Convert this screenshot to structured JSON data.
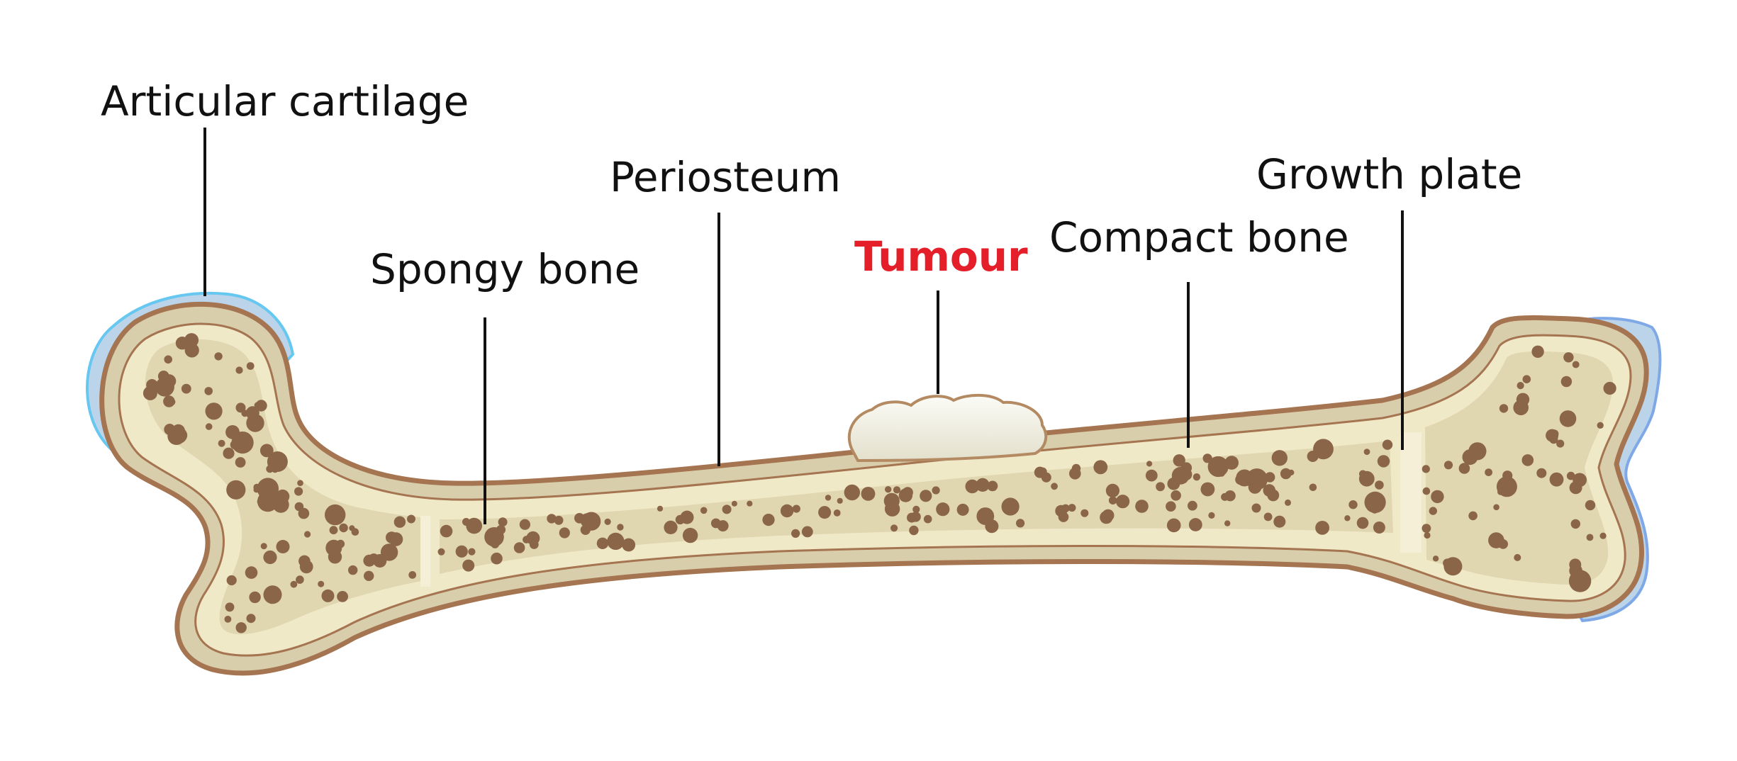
{
  "labels": {
    "articular_cartilage": "Articular cartilage",
    "periosteum": "Periosteum",
    "spongy_bone": "Spongy bone",
    "tumour": "Tumour",
    "compact_bone": "Compact bone",
    "growth_plate": "Growth plate"
  },
  "colors": {
    "bone_outline": "#a57450",
    "compact_bone": "#d9ceac",
    "spongy_fill": "#e0d6b0",
    "marrow_light": "#f2ecce",
    "pores": "#8a6548",
    "cartilage": "#bcd4ea",
    "cartilage_edge": "#66c8f0",
    "tumour_fill": "#efeee4",
    "tumour_edge": "#b48a63",
    "tumour_label": "#e41f2a"
  }
}
